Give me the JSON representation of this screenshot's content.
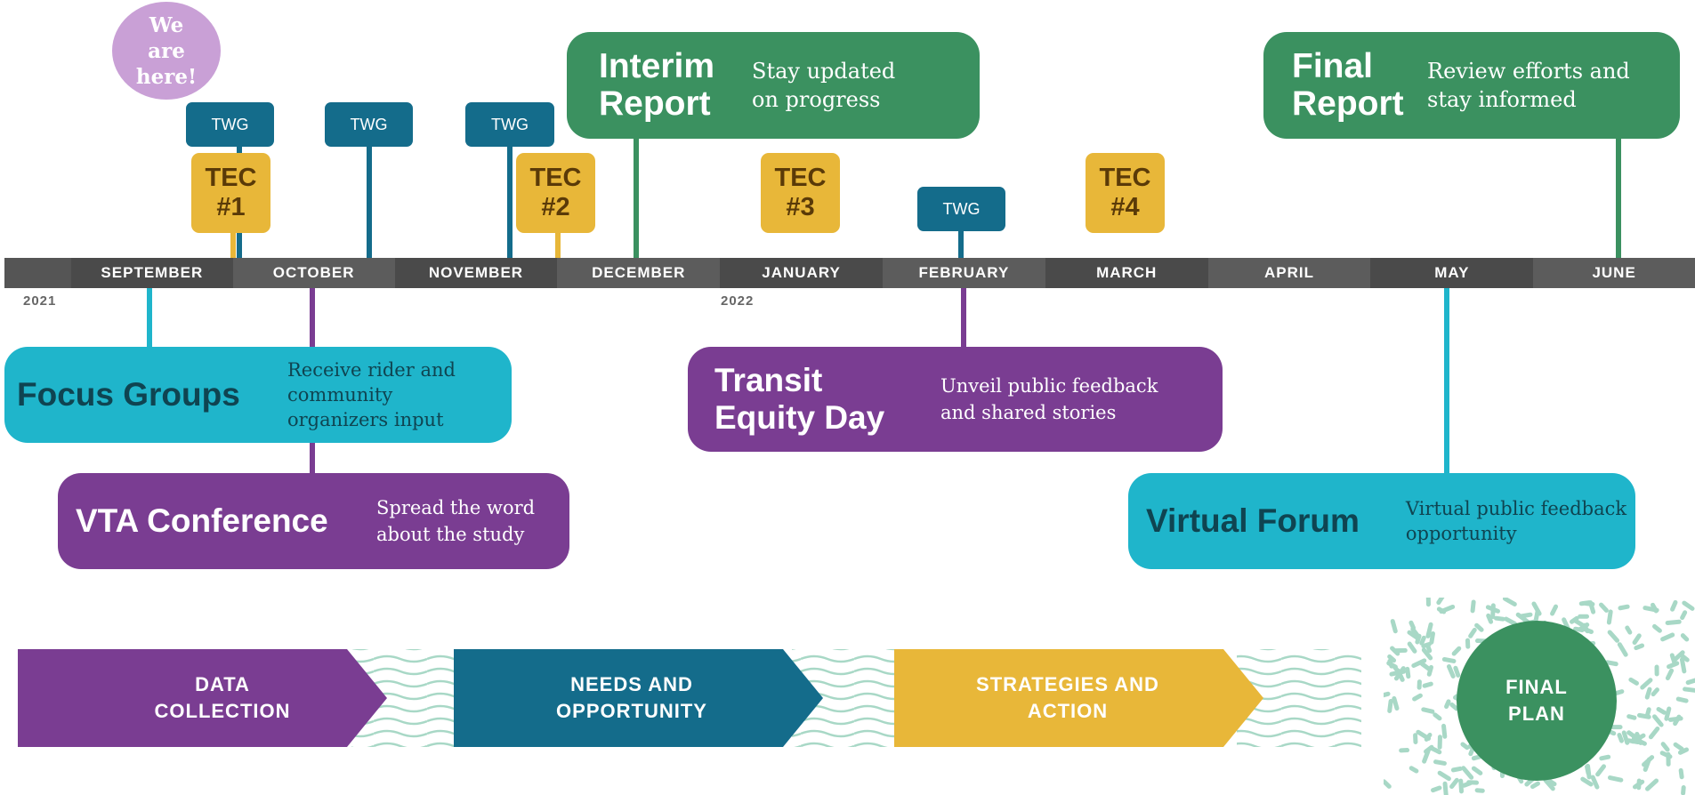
{
  "timeline": {
    "months": [
      "SEPTEMBER",
      "OCTOBER",
      "NOVEMBER",
      "DECEMBER",
      "JANUARY",
      "FEBRUARY",
      "MARCH",
      "APRIL",
      "MAY",
      "JUNE"
    ],
    "years": [
      "2021",
      "2022"
    ]
  },
  "marker": {
    "label": "We are here!"
  },
  "twg": {
    "label": "TWG"
  },
  "tec": [
    "TEC #1",
    "TEC #2",
    "TEC #3",
    "TEC #4"
  ],
  "milestones": {
    "interim": {
      "title": "Interim Report",
      "desc": "Stay updated on progress"
    },
    "final": {
      "title": "Final Report",
      "desc": "Review efforts and stay informed"
    },
    "focus": {
      "title": "Focus Groups",
      "desc": "Receive rider and community organizers input"
    },
    "vta": {
      "title": "VTA Conference",
      "desc": "Spread the word about the study"
    },
    "transit": {
      "title": "Transit Equity Day",
      "desc": "Unveil public feedback and shared stories"
    },
    "forum": {
      "title": "Virtual Forum",
      "desc": "Virtual public feedback opportunity"
    }
  },
  "phases": [
    "DATA COLLECTION",
    "NEEDS AND OPPORTUNITY",
    "STRATEGIES AND ACTION"
  ],
  "final_plan": "FINAL PLAN",
  "colors": {
    "purple": "#7a3d92",
    "teal": "#146c8b",
    "yellow": "#e8b739",
    "green": "#3b9160",
    "cyan": "#1fb5cb",
    "lavender": "#c9a0d6"
  }
}
